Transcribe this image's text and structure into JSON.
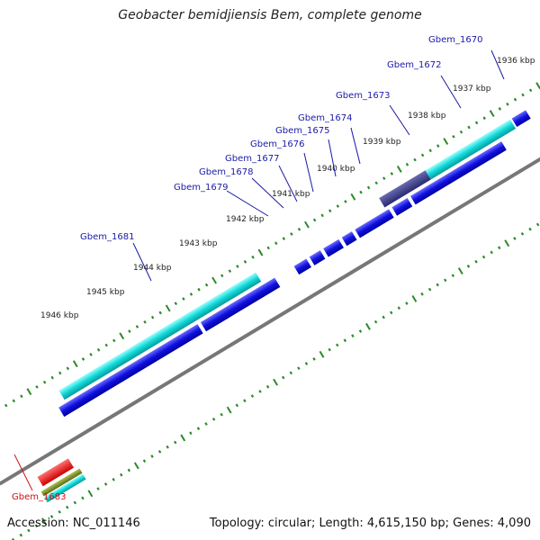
{
  "title": "Geobacter bemidjiensis Bem, complete genome",
  "footer": {
    "accession": "Accession: NC_011146",
    "summary": "Topology: circular; Length: 4,615,150 bp; Genes: 4,090"
  },
  "ticks": [
    {
      "label": "1936 kbp"
    },
    {
      "label": "1937 kbp"
    },
    {
      "label": "1938 kbp"
    },
    {
      "label": "1939 kbp"
    },
    {
      "label": "1940 kbp"
    },
    {
      "label": "1941 kbp"
    },
    {
      "label": "1942 kbp"
    },
    {
      "label": "1943 kbp"
    },
    {
      "label": "1944 kbp"
    },
    {
      "label": "1945 kbp"
    },
    {
      "label": "1946 kbp"
    }
  ],
  "gene_labels": [
    {
      "text": "Gbem_1670",
      "color": "#1a1aa6"
    },
    {
      "text": "Gbem_1672",
      "color": "#1a1aa6"
    },
    {
      "text": "Gbem_1673",
      "color": "#1a1aa6"
    },
    {
      "text": "Gbem_1674",
      "color": "#1a1aa6"
    },
    {
      "text": "Gbem_1675",
      "color": "#1a1aa6"
    },
    {
      "text": "Gbem_1676",
      "color": "#1a1aa6"
    },
    {
      "text": "Gbem_1677",
      "color": "#1a1aa6"
    },
    {
      "text": "Gbem_1678",
      "color": "#1a1aa6"
    },
    {
      "text": "Gbem_1679",
      "color": "#1a1aa6"
    },
    {
      "text": "Gbem_1681",
      "color": "#1a1aa6"
    },
    {
      "text": "Gbem_1683",
      "color": "#cc1111"
    }
  ],
  "colors": {
    "gene_blue": "#1010e0",
    "gene_cyan": "#10d8d8",
    "gene_purple": "#3a3a8a",
    "gene_red": "#ee1111",
    "gene_olive": "#7a8a20",
    "gene_gray": "#a8a8a8",
    "backbone": "#777777",
    "tick_green": "#2a8a2a"
  }
}
